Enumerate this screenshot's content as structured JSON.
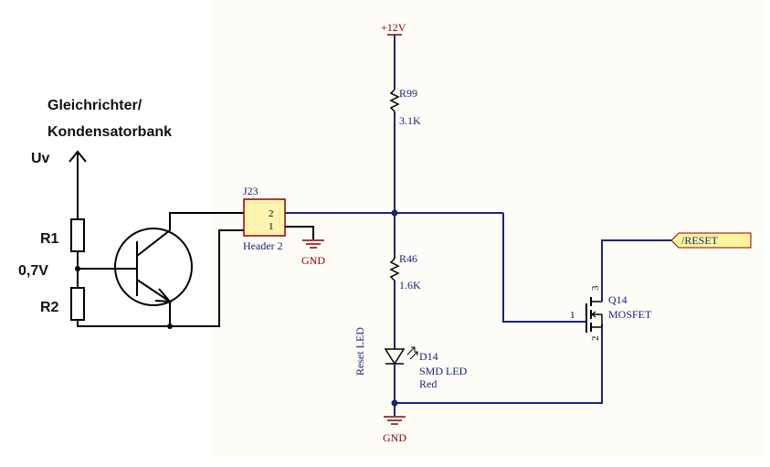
{
  "left_circuit": {
    "title_line1": "Gleichrichter/",
    "title_line2": "Kondensatorbank",
    "voltage_label": "Uv",
    "r1_label": "R1",
    "r2_label": "R2",
    "mid_voltage_label": "0,7V"
  },
  "connector": {
    "ref": "J23",
    "name": "Header 2",
    "pins": [
      "2",
      "1"
    ]
  },
  "power": {
    "vcc_label": "+12V",
    "gnd_label_top": "GND",
    "gnd_label_bottom": "GND"
  },
  "resistor_r99": {
    "ref": "R99",
    "value": "3.1K"
  },
  "resistor_r46": {
    "ref": "R46",
    "value": "1.6K"
  },
  "led": {
    "side_label": "Reset LED",
    "ref": "D14",
    "type": "SMD LED",
    "color": "Red"
  },
  "mosfet": {
    "ref": "Q14",
    "name": "MOSFET",
    "pin_gate": "1",
    "pin_source": "2",
    "pin_drain": "3"
  },
  "net_label": {
    "text": "/RESET"
  },
  "colors": {
    "wire": "#1a237e",
    "power": "#8b0000",
    "sheet_background": "#fdfcf6",
    "connector_fill": "#fff3b0",
    "net_label_fill": "#fff59d"
  }
}
